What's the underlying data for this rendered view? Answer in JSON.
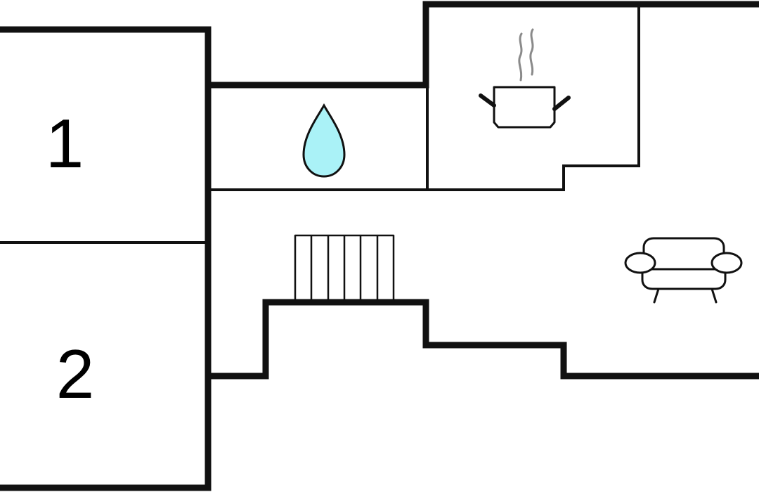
{
  "rooms": [
    {
      "label": "1",
      "kind": "bedroom"
    },
    {
      "label": "2",
      "kind": "bedroom"
    }
  ],
  "icons": {
    "bathroom": "water-drop-icon",
    "kitchen": "cooking-pot-icon",
    "living": "sofa-icon",
    "stairs": "staircase-icon"
  },
  "colors": {
    "wall": "#111111",
    "drop_fill": "#aaf2f7",
    "steam": "#8a8a8a",
    "background": "#ffffff"
  }
}
